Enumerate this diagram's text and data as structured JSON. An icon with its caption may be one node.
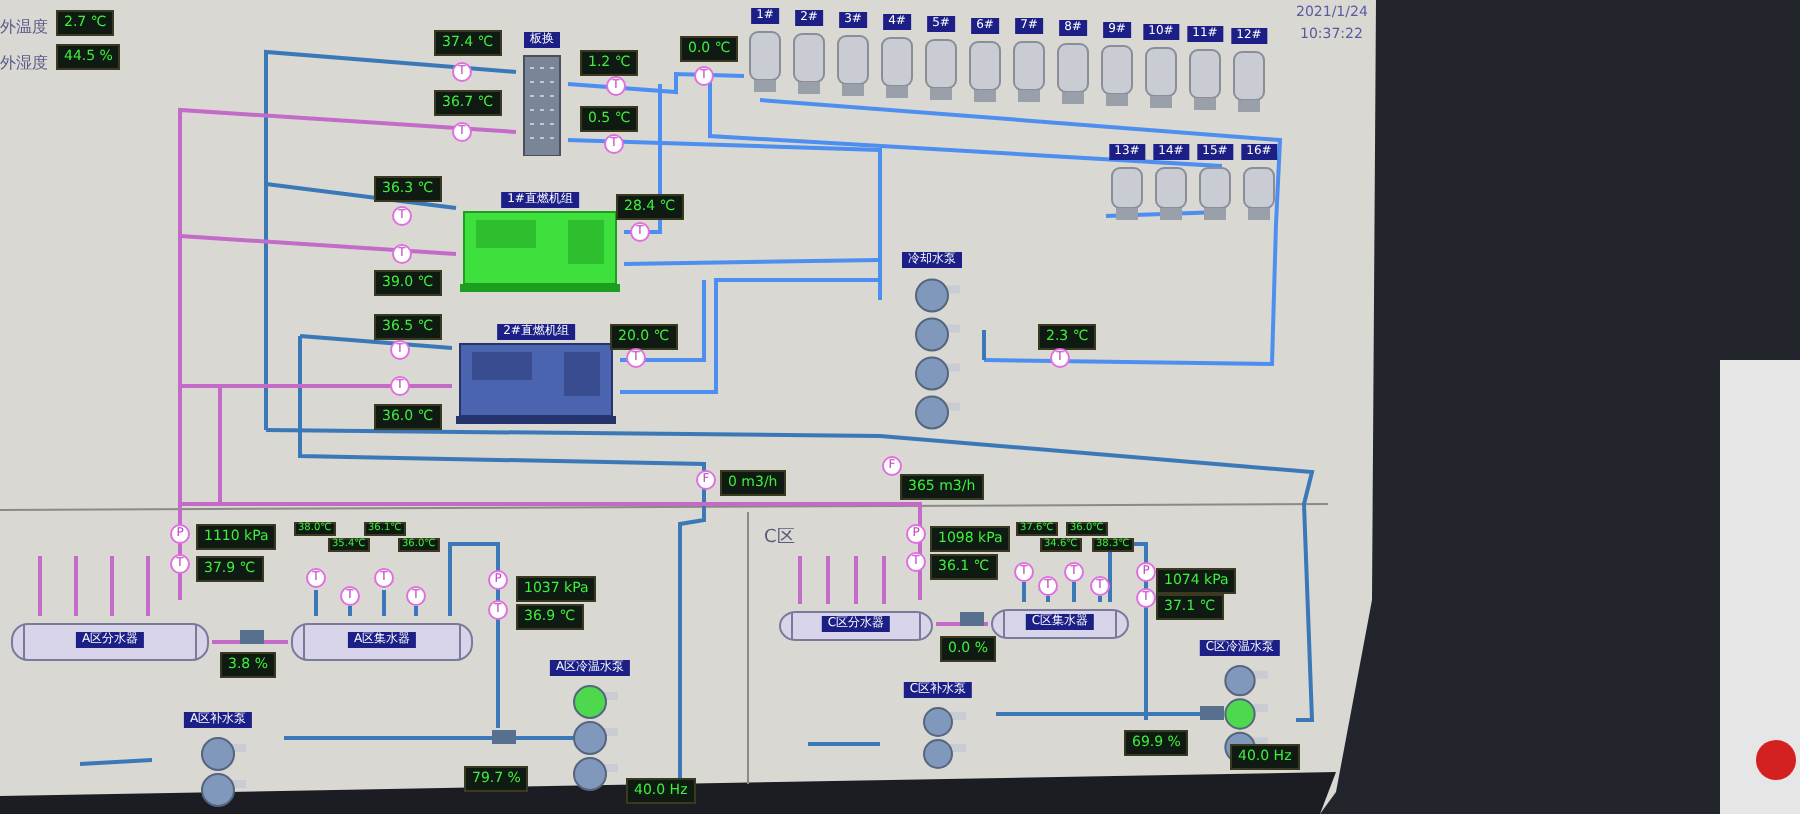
{
  "diagram": {
    "nodes": [
      {
        "text": [
          "2.7 ℃"
        ]
      },
      {
        "text": [
          "44.5 %"
        ]
      },
      {
        "text": [
          "板换"
        ]
      },
      {
        "text": [
          "37.4 ℃"
        ]
      },
      {
        "text": [
          "36.7 ℃"
        ]
      },
      {
        "text": [
          "1.2 ℃"
        ]
      },
      {
        "text": [
          "0.5 ℃"
        ]
      },
      {
        "text": [
          "0.0 ℃"
        ]
      },
      {
        "text": [
          "1#"
        ]
      },
      {
        "text": [
          "2#"
        ]
      },
      {
        "text": [
          "3#"
        ]
      },
      {
        "text": [
          "4#"
        ]
      },
      {
        "text": [
          "5#"
        ]
      },
      {
        "text": [
          "6#"
        ]
      },
      {
        "text": [
          "7#"
        ]
      },
      {
        "text": [
          "8#"
        ]
      },
      {
        "text": [
          "9#"
        ]
      },
      {
        "text": [
          "10#"
        ]
      },
      {
        "text": [
          "11#"
        ]
      },
      {
        "text": [
          "12#"
        ]
      },
      {
        "text": [
          "13#"
        ]
      },
      {
        "text": [
          "14#"
        ]
      },
      {
        "text": [
          "15#"
        ]
      },
      {
        "text": [
          "16#"
        ]
      },
      {
        "text": [
          "1#直燃机组"
        ]
      },
      {
        "text": [
          "2#直燃机组"
        ]
      },
      {
        "text": [
          "36.3 ℃"
        ]
      },
      {
        "text": [
          "39.0 ℃"
        ]
      },
      {
        "text": [
          "28.4 ℃"
        ]
      },
      {
        "text": [
          "36.5 ℃"
        ]
      },
      {
        "text": [
          "36.0 ℃"
        ]
      },
      {
        "text": [
          "20.0 ℃"
        ]
      },
      {
        "text": [
          "冷却水泵"
        ]
      },
      {
        "text": [
          "2.3 ℃"
        ]
      },
      {
        "text": [
          "0 m3/h"
        ]
      },
      {
        "text": [
          "365 m3/h"
        ]
      },
      {
        "text": [
          "1110 kPa"
        ]
      },
      {
        "text": [
          "37.9 ℃"
        ]
      },
      {
        "text": [
          "A区分水器"
        ]
      },
      {
        "text": [
          "A区集水器"
        ]
      },
      {
        "text": [
          "3.8 %"
        ]
      },
      {
        "text": [
          "38.0℃"
        ]
      },
      {
        "text": [
          "35.4℃"
        ]
      },
      {
        "text": [
          "36.1℃"
        ]
      },
      {
        "text": [
          "36.0℃"
        ]
      },
      {
        "text": [
          "1037 kPa"
        ]
      },
      {
        "text": [
          "36.9 ℃"
        ]
      },
      {
        "text": [
          "A区补水泵"
        ]
      },
      {
        "text": [
          "A区冷温水泵"
        ]
      },
      {
        "text": [
          "79.7 %"
        ]
      },
      {
        "text": [
          "40.0 Hz"
        ]
      },
      {
        "text": [
          "1098 kPa"
        ]
      },
      {
        "text": [
          "36.1 ℃"
        ]
      },
      {
        "text": [
          "C区分水器"
        ]
      },
      {
        "text": [
          "C区集水器"
        ]
      },
      {
        "text": [
          "0.0 %"
        ]
      },
      {
        "text": [
          "37.6℃"
        ]
      },
      {
        "text": [
          "34.6℃"
        ]
      },
      {
        "text": [
          "36.0℃"
        ]
      },
      {
        "text": [
          "38.3℃"
        ]
      },
      {
        "text": [
          "1074 kPa"
        ]
      },
      {
        "text": [
          "37.1 ℃"
        ]
      },
      {
        "text": [
          "C区补水泵"
        ]
      },
      {
        "text": [
          "C区冷温水泵"
        ]
      },
      {
        "text": [
          "69.9 %"
        ]
      },
      {
        "text": [
          "40.0 Hz"
        ]
      },
      {
        "text": [
          "T"
        ]
      },
      {
        "text": [
          "T"
        ]
      },
      {
        "text": [
          "T"
        ]
      },
      {
        "text": [
          "T"
        ]
      },
      {
        "text": [
          "T"
        ]
      },
      {
        "text": [
          "T"
        ]
      },
      {
        "text": [
          "T"
        ]
      },
      {
        "text": [
          "T"
        ]
      },
      {
        "text": [
          "T"
        ]
      },
      {
        "text": [
          "T"
        ]
      },
      {
        "text": [
          "T"
        ]
      },
      {
        "text": [
          "T"
        ]
      },
      {
        "text": [
          "F"
        ]
      },
      {
        "text": [
          "F"
        ]
      },
      {
        "text": [
          "P"
        ]
      },
      {
        "text": [
          "T"
        ]
      },
      {
        "text": [
          "T"
        ]
      },
      {
        "text": [
          "T"
        ]
      },
      {
        "text": [
          "T"
        ]
      },
      {
        "text": [
          "T"
        ]
      },
      {
        "text": [
          "P"
        ]
      },
      {
        "text": [
          "T"
        ]
      },
      {
        "text": [
          "P"
        ]
      },
      {
        "text": [
          "T"
        ]
      },
      {
        "text": [
          "T"
        ]
      },
      {
        "text": [
          "T"
        ]
      },
      {
        "text": [
          "T"
        ]
      },
      {
        "text": [
          "T"
        ]
      },
      {
        "text": [
          "P"
        ]
      },
      {
        "text": [
          "T"
        ]
      }
    ],
    "edges": [
      {
        "from": 38,
        "to": 39,
        "arrow": "none",
        "color": "#c46ac8"
      },
      {
        "from": 53,
        "to": 54,
        "arrow": "none",
        "color": "#c46ac8"
      },
      {
        "from": 47,
        "to": 48,
        "arrow": "none",
        "color": "#3a78b8"
      },
      {
        "from": 62,
        "to": 63,
        "arrow": "none",
        "color": "#3a78b8"
      }
    ],
    "labels": [
      "外温度",
      "外湿度",
      "2021/1/24",
      "10:37:22",
      "C区"
    ]
  }
}
